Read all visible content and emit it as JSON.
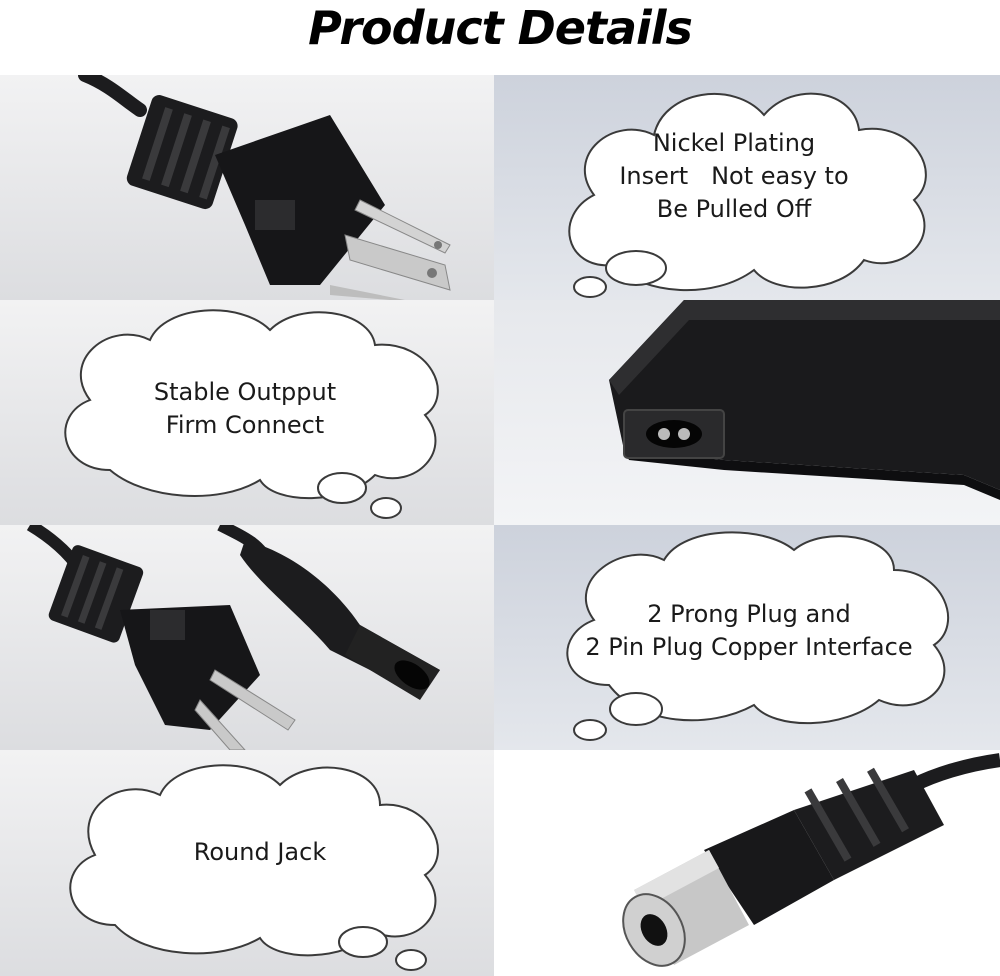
{
  "title": "Product Details",
  "panels": {
    "plug_top": {
      "image": "two-prong-plug-icon"
    },
    "nickel": {
      "lines": [
        "Nickel Plating",
        "Insert   Not easy to",
        "Be Pulled Off"
      ]
    },
    "stable": {
      "lines": [
        "Stable Outpput",
        "Firm Connect"
      ]
    },
    "adapter": {
      "image": "power-adapter-figure-8-port-icon"
    },
    "cords": {
      "image": "plug-and-figure-8-connector-icon"
    },
    "prong": {
      "lines": [
        "2 Prong Plug and",
        "2 Pin Plug Copper Interface"
      ]
    },
    "round": {
      "lines": [
        "Round Jack"
      ]
    },
    "jack": {
      "image": "dc-round-jack-icon"
    }
  },
  "colors": {
    "plastic": "#1c1c1e",
    "metal": "#c9c9c9",
    "bubble_stroke": "#3a3a3a"
  }
}
